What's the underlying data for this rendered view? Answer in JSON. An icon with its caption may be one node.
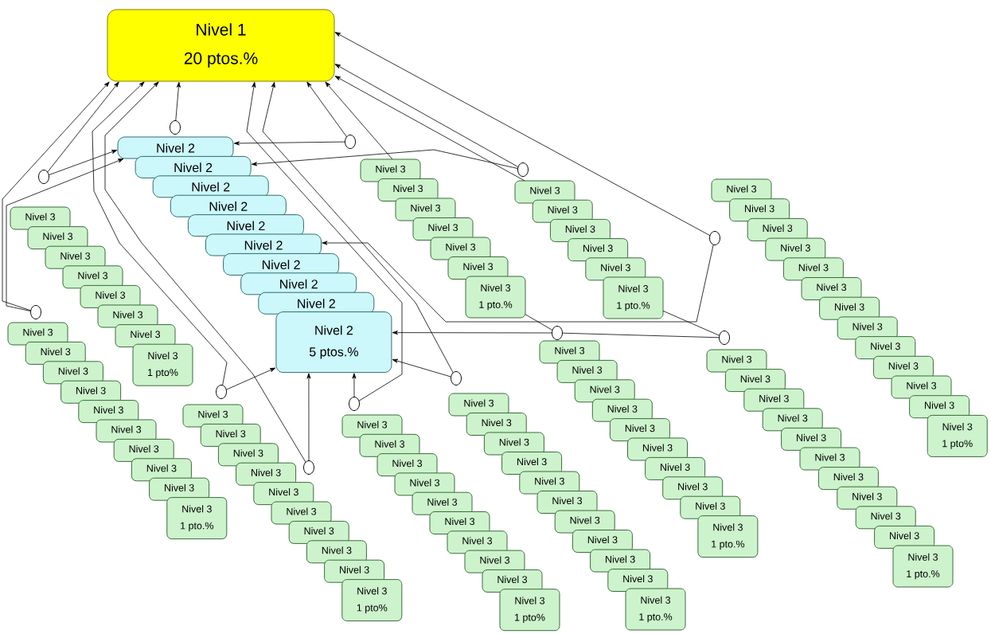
{
  "diagram": {
    "nodes": [
      {
        "text": [
          "Nivel 1",
          "20 ptos.%"
        ]
      },
      {
        "text": [
          "Nivel 2"
        ]
      },
      {
        "text": [
          "Nivel 2"
        ]
      },
      {
        "text": [
          "Nivel 2"
        ]
      },
      {
        "text": [
          "Nivel 2"
        ]
      },
      {
        "text": [
          "Nivel 2"
        ]
      },
      {
        "text": [
          "Nivel 2"
        ]
      },
      {
        "text": [
          "Nivel 2"
        ]
      },
      {
        "text": [
          "Nivel 2"
        ]
      },
      {
        "text": [
          "Nivel 2"
        ]
      },
      {
        "text": [
          "Nivel 2",
          "5 ptos.%"
        ]
      },
      {
        "text": [
          "Nivel 3"
        ]
      },
      {
        "text": [
          "Nivel 3"
        ]
      },
      {
        "text": [
          "Nivel 3"
        ]
      },
      {
        "text": [
          "Nivel 3"
        ]
      },
      {
        "text": [
          "Nivel 3"
        ]
      },
      {
        "text": [
          "Nivel 3"
        ]
      },
      {
        "text": [
          "Nivel 3"
        ]
      },
      {
        "text": [
          "Nivel 3",
          "1 pto%"
        ]
      },
      {
        "text": [
          "Nivel 3"
        ]
      },
      {
        "text": [
          "Nivel 3"
        ]
      },
      {
        "text": [
          "Nivel 3"
        ]
      },
      {
        "text": [
          "Nivel 3"
        ]
      },
      {
        "text": [
          "Nivel 3"
        ]
      },
      {
        "text": [
          "Nivel 3"
        ]
      },
      {
        "text": [
          "Nivel 3"
        ]
      },
      {
        "text": [
          "Nivel 3"
        ]
      },
      {
        "text": [
          "Nivel 3"
        ]
      },
      {
        "text": [
          "Nivel 3",
          "1 pto.%"
        ]
      },
      {
        "text": [
          "Nivel 3"
        ]
      },
      {
        "text": [
          "Nivel 3"
        ]
      },
      {
        "text": [
          "Nivel 3"
        ]
      },
      {
        "text": [
          "Nivel 3"
        ]
      },
      {
        "text": [
          "Nivel 3"
        ]
      },
      {
        "text": [
          "Nivel 3"
        ]
      },
      {
        "text": [
          "Nivel 3"
        ]
      },
      {
        "text": [
          "Nivel 3"
        ]
      },
      {
        "text": [
          "Nivel 3"
        ]
      },
      {
        "text": [
          "Nivel 3",
          "1 pto%"
        ]
      },
      {
        "text": [
          "Nivel 3"
        ]
      },
      {
        "text": [
          "Nivel 3"
        ]
      },
      {
        "text": [
          "Nivel 3"
        ]
      },
      {
        "text": [
          "Nivel 3"
        ]
      },
      {
        "text": [
          "Nivel 3"
        ]
      },
      {
        "text": [
          "Nivel 3"
        ]
      },
      {
        "text": [
          "Nivel 3"
        ]
      },
      {
        "text": [
          "Nivel 3"
        ]
      },
      {
        "text": [
          "Nivel 3"
        ]
      },
      {
        "text": [
          "Nivel 3",
          "1 pto%"
        ]
      },
      {
        "text": [
          "Nivel 3"
        ]
      },
      {
        "text": [
          "Nivel 3"
        ]
      },
      {
        "text": [
          "Nivel 3"
        ]
      },
      {
        "text": [
          "Nivel 3"
        ]
      },
      {
        "text": [
          "Nivel 3"
        ]
      },
      {
        "text": [
          "Nivel 3"
        ]
      },
      {
        "text": [
          "Nivel 3"
        ]
      },
      {
        "text": [
          "Nivel 3"
        ]
      },
      {
        "text": [
          "Nivel 3"
        ]
      },
      {
        "text": [
          "Nivel 3"
        ]
      },
      {
        "text": [
          "Nivel 3",
          "1 pto.%"
        ]
      },
      {
        "text": [
          "Nivel 3"
        ]
      },
      {
        "text": [
          "Nivel 3"
        ]
      },
      {
        "text": [
          "Nivel 3"
        ]
      },
      {
        "text": [
          "Nivel 3"
        ]
      },
      {
        "text": [
          "Nivel 3"
        ]
      },
      {
        "text": [
          "Nivel 3"
        ]
      },
      {
        "text": [
          "Nivel 3"
        ]
      },
      {
        "text": [
          "Nivel 3"
        ]
      },
      {
        "text": [
          "Nivel 3"
        ]
      },
      {
        "text": [
          "Nivel 3",
          "1 pto.%"
        ]
      },
      {
        "text": [
          "Nivel 3"
        ]
      },
      {
        "text": [
          "Nivel 3"
        ]
      },
      {
        "text": [
          "Nivel 3"
        ]
      },
      {
        "text": [
          "Nivel 3"
        ]
      },
      {
        "text": [
          "Nivel 3"
        ]
      },
      {
        "text": [
          "Nivel 3"
        ]
      },
      {
        "text": [
          "Nivel 3",
          "1 pto.%"
        ]
      },
      {
        "text": [
          "Nivel 3"
        ]
      },
      {
        "text": [
          "Nivel 3"
        ]
      },
      {
        "text": [
          "Nivel 3"
        ]
      },
      {
        "text": [
          "Nivel 3"
        ]
      },
      {
        "text": [
          "Nivel 3"
        ]
      },
      {
        "text": [
          "Nivel 3",
          "1 pto.%"
        ]
      },
      {
        "text": [
          "Nivel 3"
        ]
      },
      {
        "text": [
          "Nivel 3"
        ]
      },
      {
        "text": [
          "Nivel 3"
        ]
      },
      {
        "text": [
          "Nivel 3"
        ]
      },
      {
        "text": [
          "Nivel 3"
        ]
      },
      {
        "text": [
          "Nivel 3"
        ]
      },
      {
        "text": [
          "Nivel 3"
        ]
      },
      {
        "text": [
          "Nivel 3"
        ]
      },
      {
        "text": [
          "Nivel 3"
        ]
      },
      {
        "text": [
          "Nivel 3"
        ]
      },
      {
        "text": [
          "Nivel 3"
        ]
      },
      {
        "text": [
          "Nivel 3"
        ]
      },
      {
        "text": [
          "Nivel 3",
          "1 pto%"
        ]
      },
      {
        "text": [
          "Nivel 3"
        ]
      },
      {
        "text": [
          "Nivel 3"
        ]
      },
      {
        "text": [
          "Nivel 3"
        ]
      },
      {
        "text": [
          "Nivel 3"
        ]
      },
      {
        "text": [
          "Nivel 3"
        ]
      },
      {
        "text": [
          "Nivel 3"
        ]
      },
      {
        "text": [
          "Nivel 3"
        ]
      },
      {
        "text": [
          "Nivel 3"
        ]
      },
      {
        "text": [
          "Nivel 3"
        ]
      },
      {
        "text": [
          "Nivel 3"
        ]
      },
      {
        "text": [
          "Nivel 3",
          "1 pto.%"
        ]
      },
      {
        "text": [],
        "shape": "circle"
      },
      {
        "text": [],
        "shape": "circle"
      },
      {
        "text": [],
        "shape": "circle"
      },
      {
        "text": [],
        "shape": "circle"
      },
      {
        "text": [],
        "shape": "circle"
      },
      {
        "text": [],
        "shape": "circle"
      },
      {
        "text": [],
        "shape": "circle"
      },
      {
        "text": [],
        "shape": "circle"
      },
      {
        "text": [],
        "shape": "circle"
      },
      {
        "text": [],
        "shape": "circle"
      },
      {
        "text": [],
        "shape": "circle"
      },
      {
        "text": [],
        "shape": "circle"
      }
    ],
    "edges": [
      {
        "from": 108,
        "to": 0,
        "arrow": "to"
      },
      {
        "from": 108,
        "to": 1,
        "arrow": "to"
      },
      {
        "from": 107,
        "to": 0,
        "arrow": "to"
      },
      {
        "from": 107,
        "to": 1,
        "arrow": "to"
      },
      {
        "from": 109,
        "to": 0,
        "arrow": "to"
      },
      {
        "from": 110,
        "to": 0,
        "arrow": "to"
      },
      {
        "from": 110,
        "to": 10,
        "arrow": "to"
      },
      {
        "from": 111,
        "to": 0,
        "arrow": "to"
      },
      {
        "from": 111,
        "to": 10,
        "arrow": "to"
      },
      {
        "from": 112,
        "to": 0,
        "arrow": "to"
      },
      {
        "from": 112,
        "to": 10,
        "arrow": "to"
      },
      {
        "from": 113,
        "to": 0,
        "arrow": "to"
      },
      {
        "from": 113,
        "to": 1,
        "arrow": "to"
      },
      {
        "from": 70,
        "to": 0,
        "arrow": "to"
      },
      {
        "from": 77,
        "to": 0,
        "arrow": "to"
      },
      {
        "from": 115,
        "to": 0,
        "arrow": "to"
      },
      {
        "from": 115,
        "to": 2,
        "arrow": "to"
      },
      {
        "from": 117,
        "to": 0,
        "arrow": "to"
      },
      {
        "from": 117,
        "to": 6,
        "arrow": "to"
      },
      {
        "from": 116,
        "to": 10,
        "arrow": "to"
      },
      {
        "from": 118,
        "to": 116,
        "arrow": "none"
      },
      {
        "from": 76,
        "to": 116,
        "arrow": "none"
      },
      {
        "from": 82,
        "to": 118,
        "arrow": "none"
      },
      {
        "from": 114,
        "to": 10,
        "arrow": "to"
      },
      {
        "from": 114,
        "to": 0,
        "arrow": "to"
      }
    ]
  }
}
